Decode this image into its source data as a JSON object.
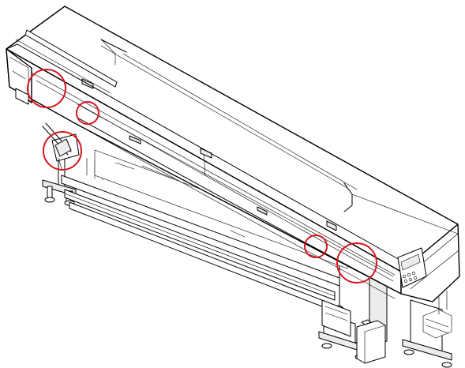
{
  "figure": {
    "line_color": "#000000",
    "background_color": "#ffffff",
    "highlight_color": "#d9141e"
  },
  "highlights": [
    {
      "id": "left-cover-edge"
    },
    {
      "id": "left-clamp-point"
    },
    {
      "id": "left-handle-lever"
    },
    {
      "id": "right-clamp-point"
    },
    {
      "id": "right-cover-edge"
    }
  ],
  "panel": {
    "icon": "operation-panel-icon"
  }
}
